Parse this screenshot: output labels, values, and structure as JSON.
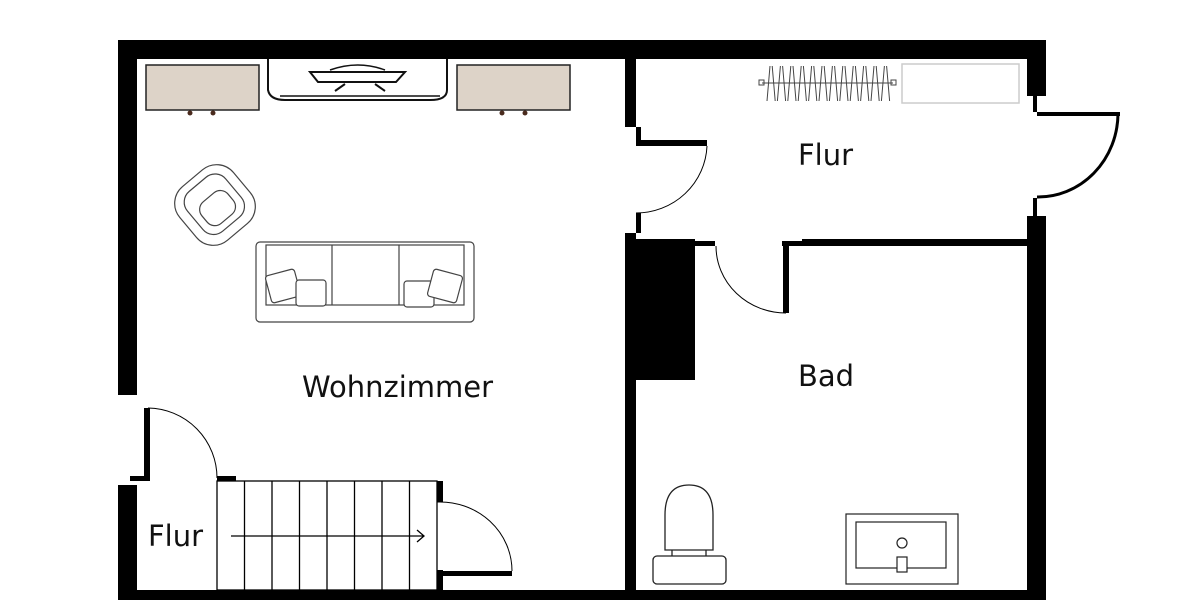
{
  "rooms": {
    "living": "Wohnzimmer",
    "hall_top": "Flur",
    "bath": "Bad",
    "hall_bottom": "Flur"
  },
  "colors": {
    "wall": "#000000",
    "cabinet": "#ddd3c8",
    "knob": "#4a2b1e"
  },
  "stairs": {
    "steps": 8,
    "direction": "right"
  }
}
